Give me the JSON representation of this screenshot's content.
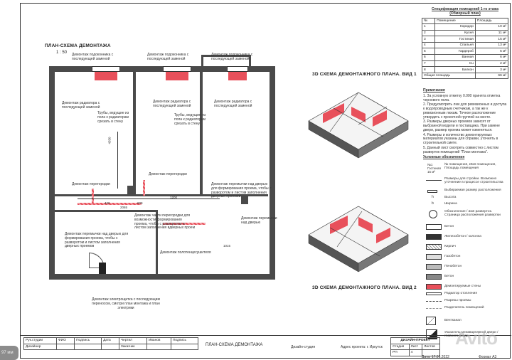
{
  "plan": {
    "title": "ПЛАН-СХЕМА ДЕМОНТАЖА",
    "scale": "1 : 50",
    "notes": {
      "sill_left": "Демонтаж подоконника с последующей заменой",
      "sill_mid": "Демонтаж подоконника с последующей заменой",
      "sill_right": "Демонтаж подоконника с последующей заменой",
      "radiator_left": "Демонтаж радиатора с последующей заменой",
      "radiator_mid": "Демонтаж радиатора с последующей заменой",
      "radiator_right": "Демонтаж радиатора с последующей заменой",
      "pipes_mid": "Трубы, ведущие из пола к радиаторам срезать в стену",
      "pipes_right": "Трубы, ведущие из пола к радиаторам срезать в стену",
      "partition_1": "Демонтаж перегородки",
      "partition_2": "Демонтаж перегородки",
      "partial_partition": "Демонтаж части перегородки для возможности формирования проема, чтобы с разворотом и листом заполнения вдверных проем",
      "lintel_1": "Демонтаж перемычки над дверью для формирования проема, чтобы с разворотом и листом заполнения дверных проемов",
      "lintel_2": "Демонтаж перемычки над дверью",
      "lintel_3": "Демонтаж перемычки над дверью для формирования проема, чтобы с разворотом и листом заполнения дверных проемов",
      "towel": "Демонтаж полотенцесушителя",
      "electric": "Демонтаж электрощитка с последующим переносом, смотри план монтажа и план электрики"
    },
    "dims": [
      "4350",
      "1200",
      "420",
      "2065",
      "600",
      "1015"
    ]
  },
  "spec": {
    "title": "Спецификация помещений 1-го этажа (Обмерный план)",
    "headers": [
      "№",
      "Помещение",
      "Площадь"
    ],
    "rows": [
      [
        "1",
        "Коридор",
        "10 м²"
      ],
      [
        "2",
        "Кухня",
        "11 м²"
      ],
      [
        "3",
        "Гостиная",
        "15 м²"
      ],
      [
        "4",
        "Спальня",
        "13 м²"
      ],
      [
        "5",
        "Гардероб",
        "5 м²"
      ],
      [
        "6",
        "Ванная",
        "6 м²"
      ],
      [
        "7",
        "Сu",
        "2 м²"
      ],
      [
        "8",
        "Балкон",
        "3 м²"
      ]
    ],
    "total_label": "Общая площадь",
    "total_value": "66 м²"
  },
  "views": {
    "view1": "3D СХЕМА ДЕМОНТАЖНОГО ПЛАНА. ВИД 1",
    "view2": "3D СХЕМА ДЕМОНТАЖНОГО ПЛАНА. ВИД 2"
  },
  "remarks": {
    "title": "Примечания",
    "items": [
      "1. За условную отметку 0.000 принята отметка чернового пола.",
      "2. Предусмотреть люк для ревизионных и доступа к водопроводным счетчикам, а так же к ревизионным люкам. Точное расположение утвердить с проектной группой на месте.",
      "3. Размеры дверных проемов зависят от выбранной модели и поставщика. При замене двери, размер проема может изменяться.",
      "4. Размеры и количество демонтируемых материалов указаны для справки, уточнять в строительной смете.",
      "5. Данный лист смотреть совместно с листом разверток помещений \"План монтажа\"."
    ]
  },
  "legend": {
    "title": "Условные обозначения",
    "items": [
      "№ помещения, Имя помещения, Площадь помещения",
      "Размеры для стройки. Возможно уточнение в процессе строительства",
      "Выбираемая размер расположения",
      "Высота",
      "Ширина",
      "Обозначение / имя разверток. Страница расположения развертки",
      "Бетон",
      "Железобетон / колонна",
      "Кирпич",
      "Газобетон",
      "Пенобетон",
      "Бетон",
      "Демонтируемые стены",
      "Радиатор отопления",
      "Разрезы проемы",
      "Разделитель помещений",
      "Вентканал",
      "Указатель межквартирной двери / главного входа"
    ]
  },
  "stamp": {
    "row1": [
      "Рук.студии",
      "ФИО",
      "Подпись",
      "Дата",
      "Чертил",
      "Иванов",
      "Подпись"
    ],
    "row2": [
      "Дизайнер",
      "",
      "",
      "",
      "Заказчик",
      "",
      ""
    ],
    "sheet_title": "ПЛАН-СХЕМА ДЕМОНТАЖА",
    "company": "Дизайн-студия",
    "address": "Адрес проекта: г. Иркутск",
    "project_label": "ДИЗАЙН-ПРОЕКТ",
    "stage_label": "Стадия",
    "sheet_label": "Лист",
    "sheets_label": "Листов",
    "stage_value": "РП",
    "sheet_value": "4",
    "date": "Дата: 17.06.2022",
    "format": "Формат А3"
  },
  "scale_badge": "97 мм",
  "watermark": "Avito"
}
